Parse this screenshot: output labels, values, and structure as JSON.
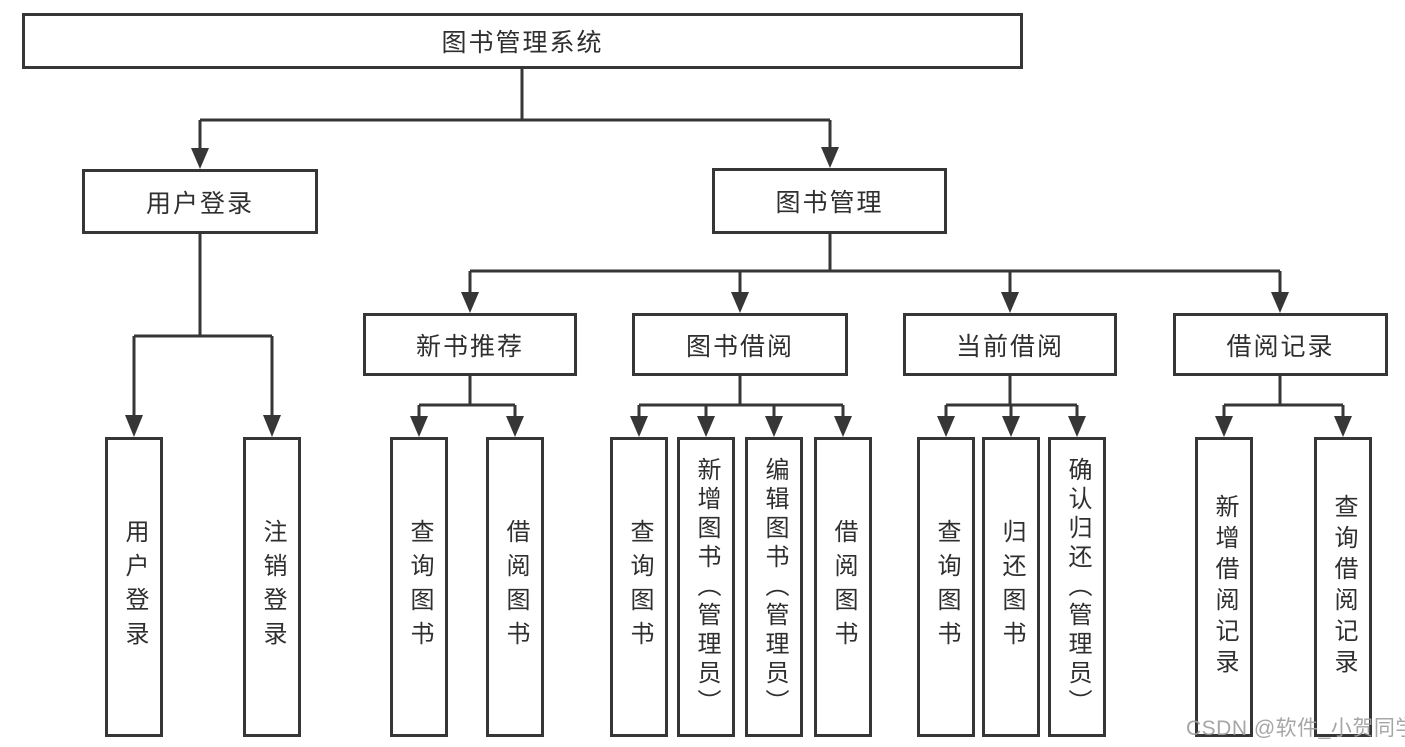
{
  "diagram": {
    "root": {
      "label": "图书管理系统"
    },
    "branches": [
      {
        "label": "用户登录",
        "children": [
          {
            "label": "用户登录"
          },
          {
            "label": "注销登录"
          }
        ]
      },
      {
        "label": "图书管理",
        "children": [
          {
            "label": "新书推荐",
            "children": [
              {
                "label": "查询图书"
              },
              {
                "label": "借阅图书"
              }
            ]
          },
          {
            "label": "图书借阅",
            "children": [
              {
                "label": "查询图书"
              },
              {
                "label": "新增图书（管理员）"
              },
              {
                "label": "编辑图书（管理员）"
              },
              {
                "label": "借阅图书"
              }
            ]
          },
          {
            "label": "当前借阅",
            "children": [
              {
                "label": "查询图书"
              },
              {
                "label": "归还图书"
              },
              {
                "label": "确认归还（管理员）"
              }
            ]
          },
          {
            "label": "借阅记录",
            "children": [
              {
                "label": "新增借阅记录"
              },
              {
                "label": "查询借阅记录"
              }
            ]
          }
        ]
      }
    ]
  },
  "watermark": {
    "text": "CSDN @软件_小贺同学"
  },
  "colors": {
    "line": "#363636",
    "text": "#2f2f2f",
    "watermark": "#9e9e9e",
    "background": "#ffffff"
  }
}
